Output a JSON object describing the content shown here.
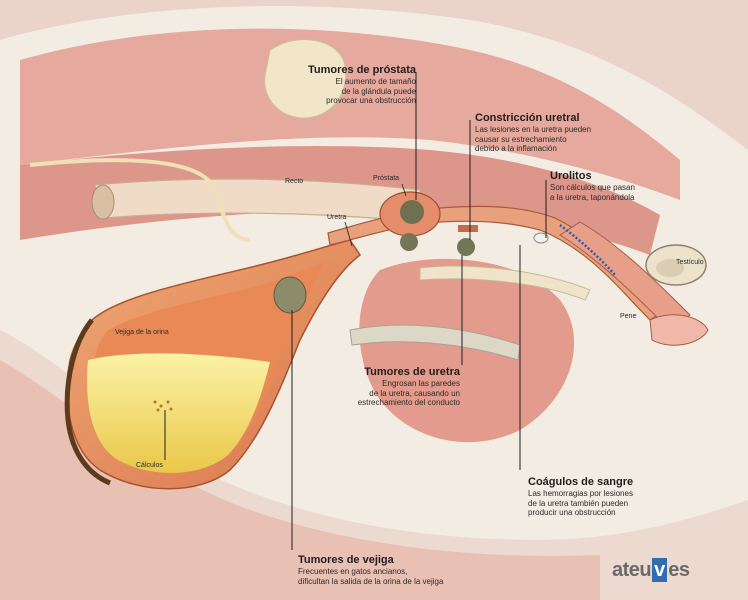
{
  "labels": {
    "recto": "Recto",
    "prostata": "Próstata",
    "uretra": "Uretra",
    "vejiga": "Vejiga de la orina",
    "calculos": "Cálculos",
    "testiculo": "Testículo",
    "pene": "Pene"
  },
  "callouts": {
    "tumores_prostata": {
      "title": "Tumores de próstata",
      "line1": "El aumento de tamaño",
      "line2": "de la glándula puede",
      "line3": "provocar una obstrucción"
    },
    "constriccion": {
      "title": "Constricción uretral",
      "line1": "Las lesiones en la uretra pueden",
      "line2": "causar su estrechamiento",
      "line3": "debido a la inflamación"
    },
    "urolitos": {
      "title": "Urolitos",
      "line1": "Son cálculos que pasan",
      "line2": "a la uretra, taponándola"
    },
    "tumores_uretra": {
      "title": "Tumores de uretra",
      "line1": "Engrosan las paredes",
      "line2": "de la uretra, causando un",
      "line3": "estrechamiento del conducto"
    },
    "coagulos": {
      "title": "Coágulos de sangre",
      "line1": "Las hemorragias por lesiones",
      "line2": "de la uretra también pueden",
      "line3": "producir una obstrucción"
    },
    "tumores_vejiga": {
      "title": "Tumores de vejiga",
      "line1": "Frecuentes en gatos ancianos,",
      "line2": "dificultan la salida de la orina de la vejiga"
    }
  },
  "logo": {
    "part1": "ateu",
    "part2": "v",
    "part3": "es"
  },
  "colors": {
    "background": "#f3ece3",
    "muscle": "#e3a195",
    "bladder_wall": "#e48d5e",
    "urine": "#f6e271",
    "logo_box": "#2f6db0"
  }
}
